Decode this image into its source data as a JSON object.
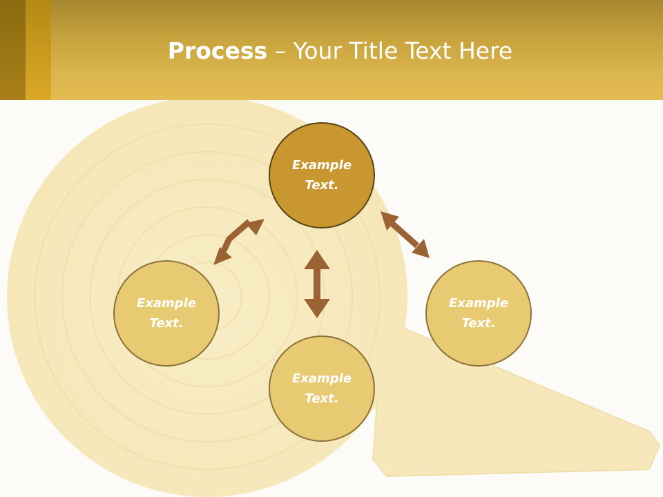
{
  "slide": {
    "title_bold": "Process",
    "title_rest": " – Your Title Text Here"
  },
  "nodes": {
    "top": "Example\nText.",
    "left": "Example\nText.",
    "right": "Example\nText.",
    "bottom": "Example\nText."
  },
  "colors": {
    "header": "#dcb64e",
    "node_primary": "#c8972f",
    "node_secondary": "#e8ca73",
    "arrow": "#9b6233"
  }
}
